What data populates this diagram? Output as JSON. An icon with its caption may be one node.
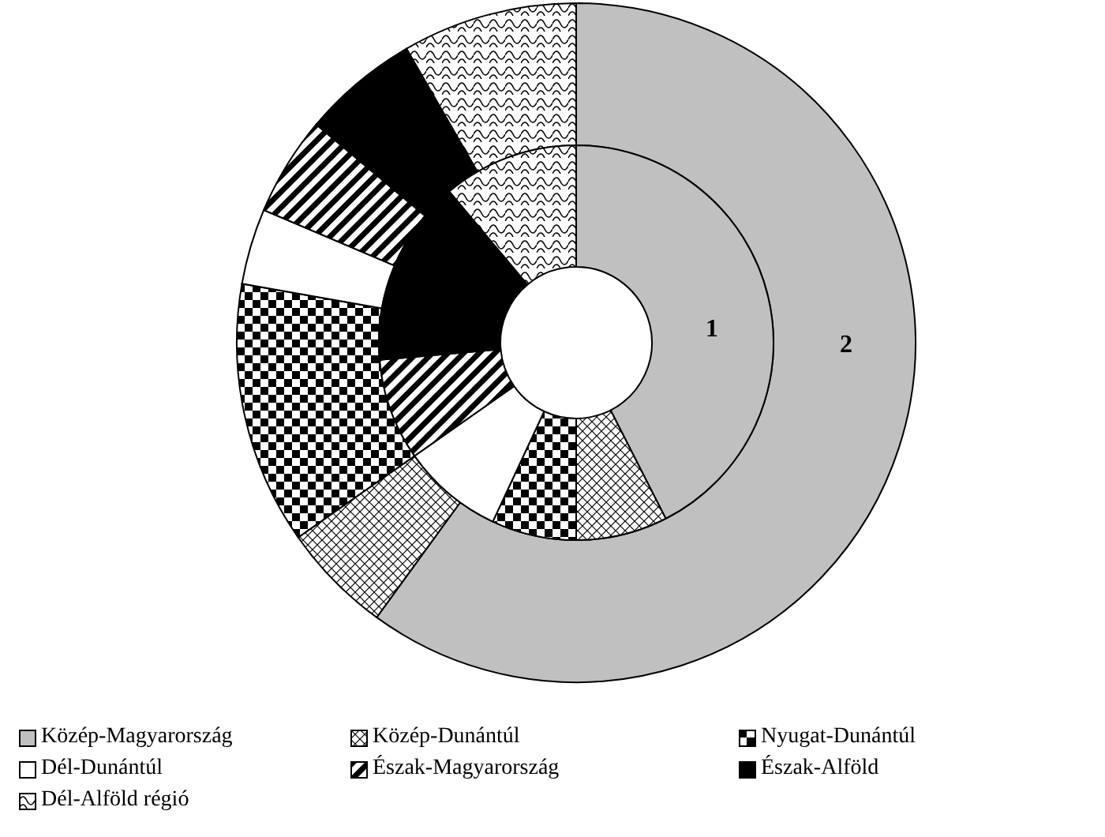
{
  "diagram": {
    "labels": [
      "1",
      "2"
    ],
    "legend": [
      {
        "text": "Közép-Magyarország",
        "color": "#c0c0c0"
      },
      {
        "text": "Közép-Dunántúl"
      },
      {
        "text": "Nyugat-Dunántúl"
      },
      {
        "text": "Dél-Dunántúl"
      },
      {
        "text": "Észak-Magyarország"
      },
      {
        "text": "Észak-Alföld",
        "color": "#000000"
      },
      {
        "text": "Dél-Alföld régió"
      }
    ]
  }
}
